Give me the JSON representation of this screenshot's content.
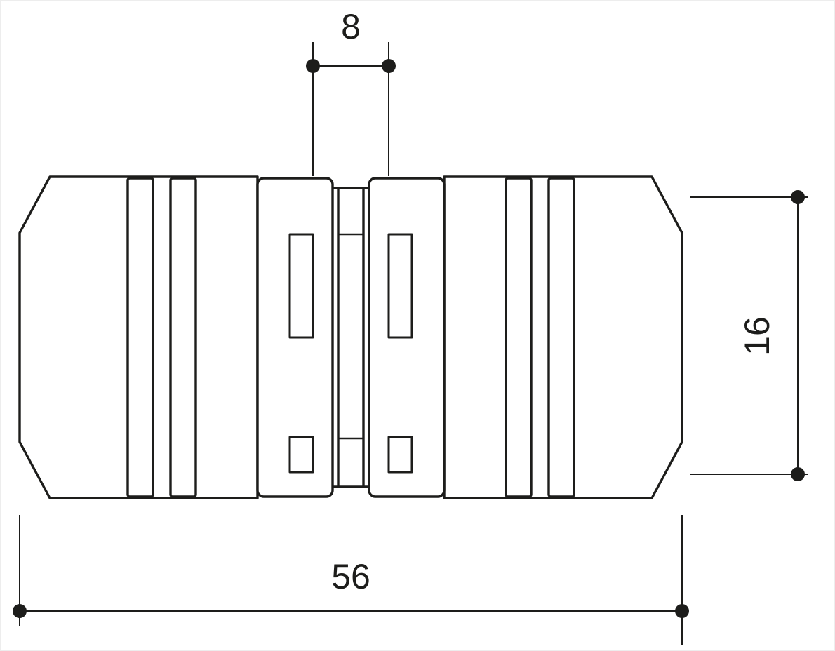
{
  "drawing": {
    "background_color": "#ffffff",
    "line_color": "#1d1d1b",
    "light_line_color": "#b3b3b3",
    "dimensions": {
      "top_width": {
        "value": "8"
      },
      "side_diameter": {
        "value": "16"
      },
      "overall_length": {
        "value": "56"
      }
    }
  }
}
